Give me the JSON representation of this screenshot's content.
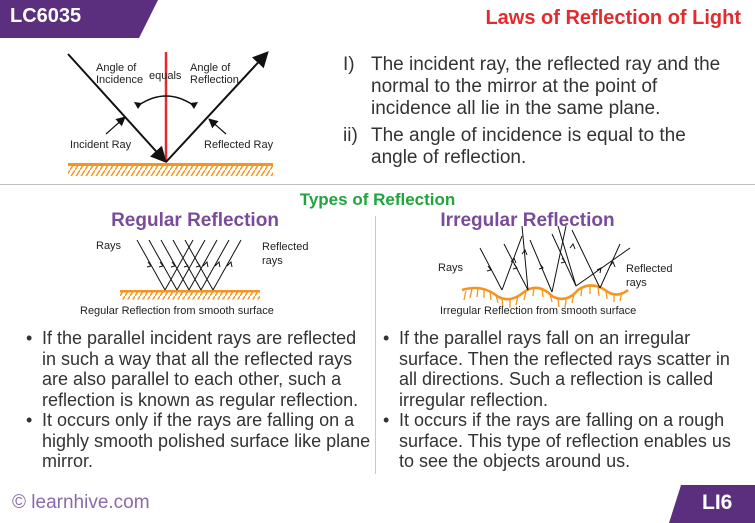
{
  "header": {
    "code": "LC6035",
    "title": "Laws of Reflection of Light"
  },
  "diagram1": {
    "angle_of_incidence": "Angle of Incidence",
    "equals": "equals",
    "angle_of_reflection": "Angle of Reflection",
    "incident_ray": "Incident Ray",
    "reflected_ray": "Reflected Ray"
  },
  "laws": [
    {
      "num": "I)",
      "text": "The incident ray, the reflected ray and the normal to the mirror at the point of incidence all lie in the same plane."
    },
    {
      "num": "ii)",
      "text": "The angle of incidence is equal to the angle of reflection."
    }
  ],
  "types": {
    "title": "Types of Reflection",
    "regular": {
      "title": "Regular Reflection",
      "rays_label": "Rays",
      "reflected_label": "Reflected rays",
      "caption": "Regular Reflection from smooth surface",
      "bullets": [
        "If the parallel incident rays are reflected in such a way that all the reflected rays are also parallel to each other, such a reflection is known as regular reflection.",
        "It occurs only if the rays are falling on a highly smooth polished surface like plane mirror."
      ]
    },
    "irregular": {
      "title": "Irregular Reflection",
      "rays_label": "Rays",
      "reflected_label": "Reflected rays",
      "caption": "Irregular Reflection from smooth surface",
      "bullets": [
        "If the parallel rays fall on an irregular surface. Then the reflected rays scatter in all directions. Such a reflection is called irregular reflection.",
        "It occurs if the rays are falling on a rough surface. This type of reflection enables us to see the objects around us."
      ]
    }
  },
  "footer": {
    "site": "© learnhive.com",
    "code": "LI6"
  },
  "colors": {
    "brand_purple": "#5b2f7e",
    "title_red": "#e22b2f",
    "green": "#21a43d",
    "sub_purple": "#7a4b9c",
    "mirror_orange": "#f7941d"
  }
}
